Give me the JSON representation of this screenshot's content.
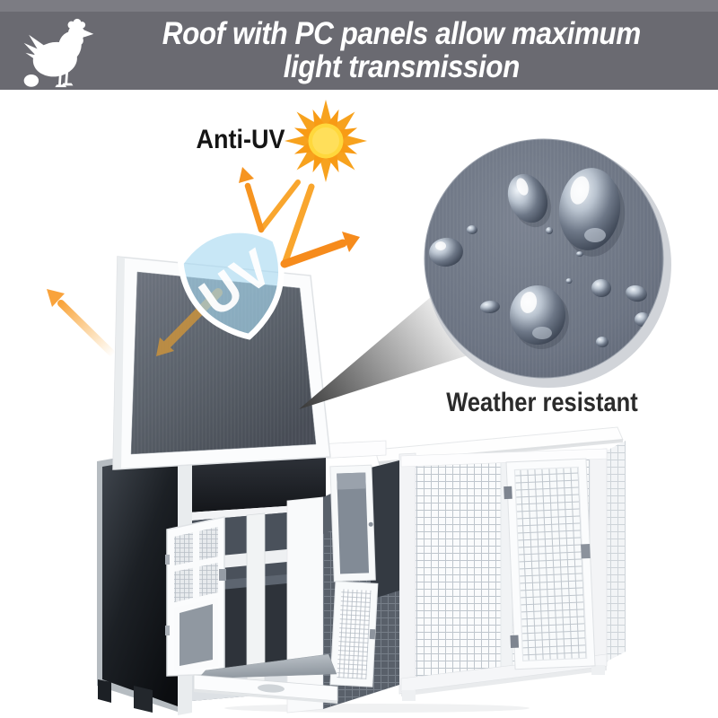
{
  "header": {
    "title_line1": "Roof with PC panels allow maximum",
    "title_line2": "light transmission",
    "logo_icon": "chicken-with-egg-icon",
    "banner_color": "#6a6a71",
    "top_strip_color": "#7c7c83",
    "text_color": "#ffffff"
  },
  "annotations": {
    "anti_uv_label": "Anti-UV",
    "uv_shield_text": "UV",
    "weather_label": "Weather resistant",
    "sun_core_color": "#ffd83c",
    "sun_ray_color": "#f7a21e",
    "arrow_color": "#f68f1e",
    "shield_color": "#a6d9f1",
    "label_color": "#1f1f1f",
    "inset_surface_color": "#6d7585"
  },
  "product_scene": {
    "coop_white": "#fafbfc",
    "pc_panel_gray": "#5f6570",
    "side_panel_dark": "#17191d",
    "mesh_color": "#c0c6cd",
    "tray_metal": "#a9b0b7"
  }
}
